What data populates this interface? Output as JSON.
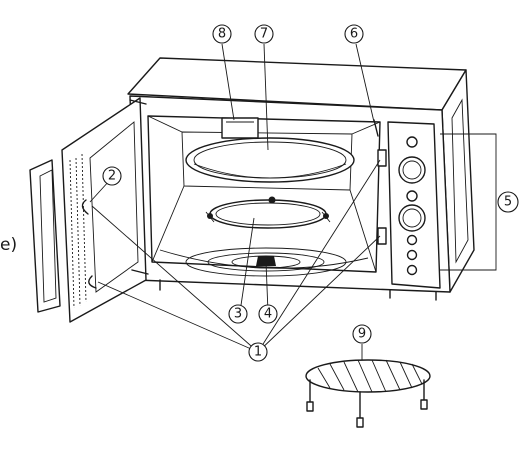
{
  "callouts": [
    {
      "id": "1",
      "label": "①"
    },
    {
      "id": "2",
      "label": "②"
    },
    {
      "id": "3",
      "label": "③"
    },
    {
      "id": "4",
      "label": "④"
    },
    {
      "id": "5",
      "label": "⑤"
    },
    {
      "id": "6",
      "label": "⑥"
    },
    {
      "id": "7",
      "label": "⑦"
    },
    {
      "id": "8",
      "label": "⑧"
    },
    {
      "id": "9",
      "label": "⑨"
    }
  ],
  "edge_text": "e)"
}
